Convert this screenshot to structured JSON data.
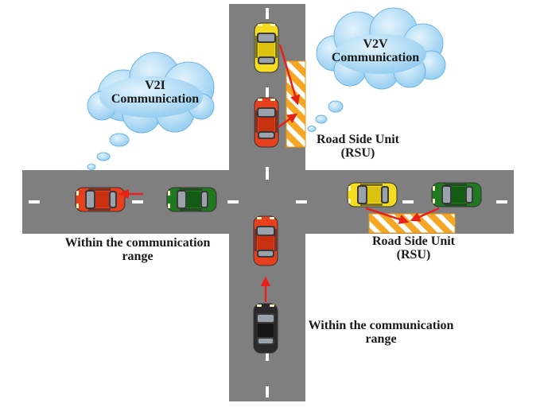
{
  "v2i_cloud": {
    "title": "V2I",
    "subtitle": "Communication"
  },
  "v2v_cloud": {
    "title": "V2V",
    "subtitle": "Communication"
  },
  "rsu_top": {
    "line1": "Road Side Unit",
    "line2": "(RSU)"
  },
  "rsu_right": {
    "line1": "Road Side Unit",
    "line2": "(RSU)"
  },
  "range_left": {
    "line1": "Within the communication",
    "line2": "range"
  },
  "range_bottom": {
    "line1": "Within the communication",
    "line2": "range"
  },
  "colors": {
    "road": "#7f7f7f",
    "lane_marking": "#ffffff",
    "cloud": "#a9d8f5",
    "rsu_orange": "#f5a623",
    "arrow": "#e8201a",
    "car_red": "#e8401c",
    "car_yellow": "#f5dc1e",
    "car_green": "#1f7a1f",
    "car_black": "#2a2a2a"
  },
  "vehicles": [
    {
      "id": "car-yellow-north",
      "color": "yellow"
    },
    {
      "id": "car-red-north",
      "color": "red"
    },
    {
      "id": "car-red-west",
      "color": "red"
    },
    {
      "id": "car-green-west",
      "color": "green"
    },
    {
      "id": "car-yellow-east",
      "color": "yellow"
    },
    {
      "id": "car-green-east",
      "color": "green"
    },
    {
      "id": "car-red-south",
      "color": "red"
    },
    {
      "id": "car-black-south",
      "color": "black"
    }
  ]
}
